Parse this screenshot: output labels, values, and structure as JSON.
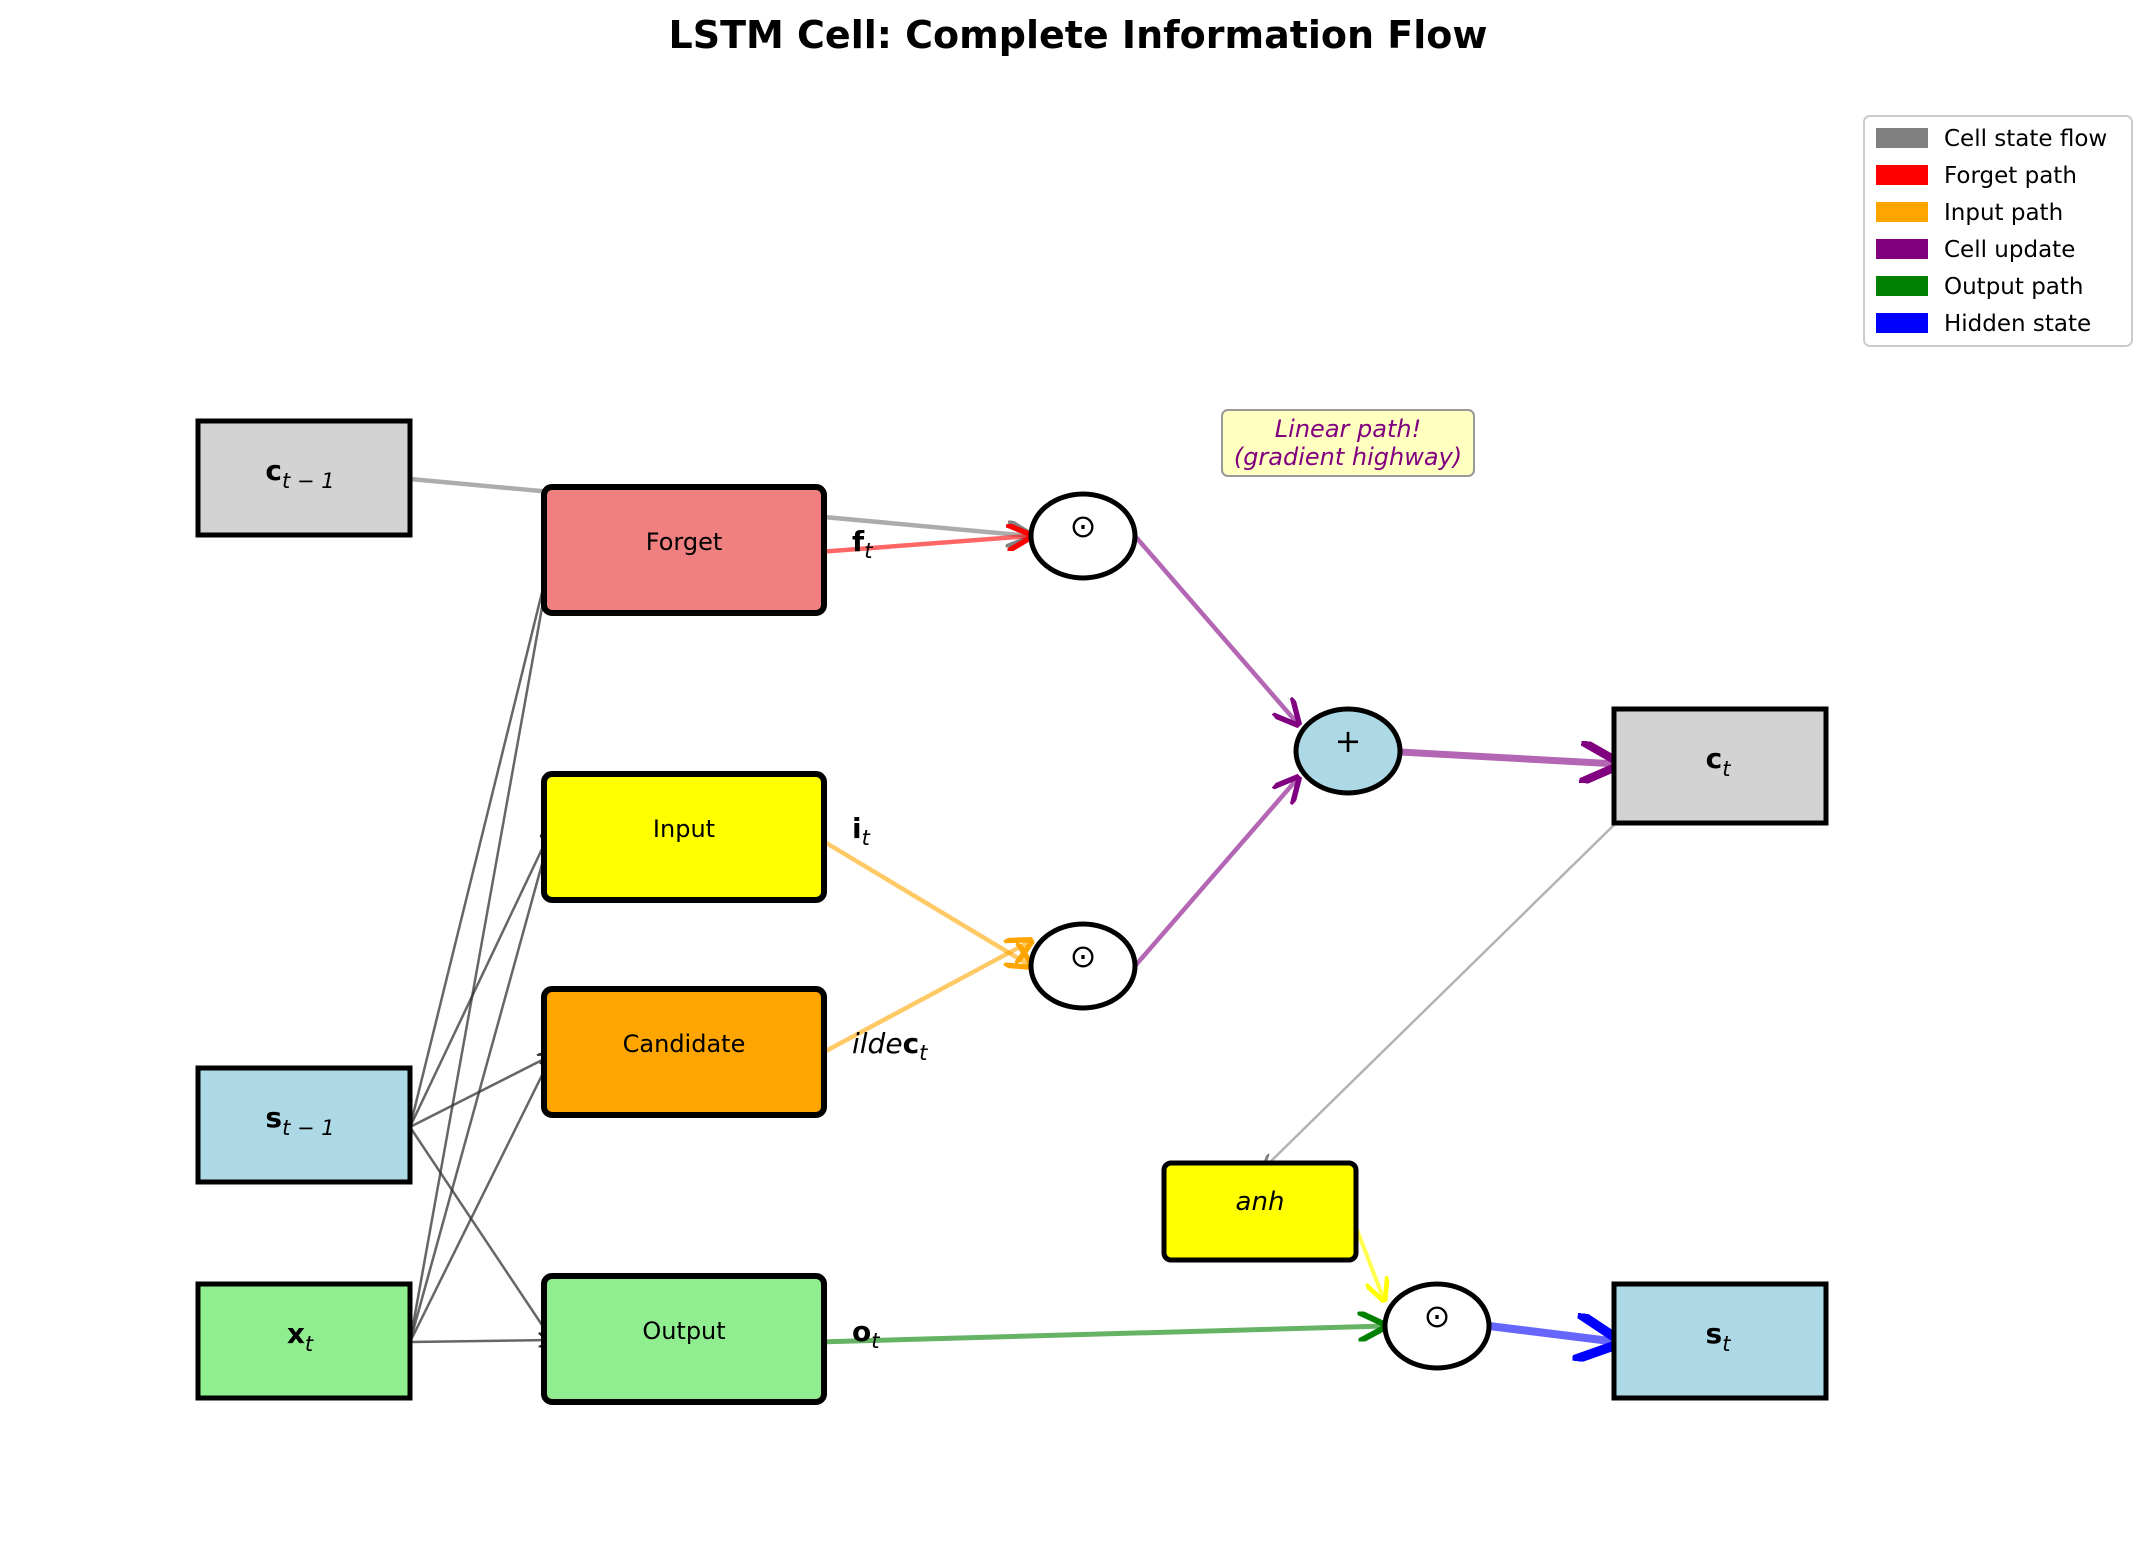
{
  "title": "LSTM Cell: Complete Information Flow",
  "colors": {
    "cell_state": "#808080",
    "forget": "#ff0000",
    "input": "#ffa500",
    "cell_update": "#800080",
    "output": "#008000",
    "hidden": "#0000ff",
    "tanh_arrow": "#ffff00",
    "gate_inputs": "#333333"
  },
  "inputs": {
    "c_prev": {
      "main": "c",
      "sub": "t − 1",
      "fill": "#d3d3d3"
    },
    "s_prev": {
      "main": "s",
      "sub": "t − 1",
      "fill": "#add8e6"
    },
    "x_t": {
      "main": "x",
      "sub": "t",
      "fill": "#90ee90"
    }
  },
  "gates": [
    {
      "id": "forget",
      "label": "Forget",
      "fill": "#f08080",
      "out_main": "f",
      "out_sub": "t",
      "out_prefix": ""
    },
    {
      "id": "input",
      "label": "Input",
      "fill": "#ffff00",
      "out_main": "i",
      "out_sub": "t",
      "out_prefix": ""
    },
    {
      "id": "candidate",
      "label": "Candidate",
      "fill": "#ffa500",
      "out_main": "c",
      "out_sub": "t",
      "out_prefix": "ilde"
    },
    {
      "id": "output",
      "label": "Output",
      "fill": "#90ee90",
      "out_main": "o",
      "out_sub": "t",
      "out_prefix": ""
    }
  ],
  "operators": {
    "mul_forget": "⊙",
    "mul_input": "⊙",
    "add": "+",
    "mul_output": "⊙"
  },
  "tanh_box": {
    "label": "anh",
    "fill": "#ffff00"
  },
  "outputs": {
    "c_t": {
      "main": "c",
      "sub": "t",
      "fill": "#d3d3d3"
    },
    "s_t": {
      "main": "s",
      "sub": "t",
      "fill": "#add8e6"
    }
  },
  "annotation": {
    "line1": "Linear path!",
    "line2": "(gradient highway)",
    "bg": "#ffffc0"
  },
  "legend": {
    "position": "top-right",
    "items": [
      {
        "label": "Cell state flow",
        "color": "#808080"
      },
      {
        "label": "Forget path",
        "color": "#ff0000"
      },
      {
        "label": "Input path",
        "color": "#ffa500"
      },
      {
        "label": "Cell update",
        "color": "#800080"
      },
      {
        "label": "Output path",
        "color": "#008000"
      },
      {
        "label": "Hidden state",
        "color": "#0000ff"
      }
    ]
  }
}
